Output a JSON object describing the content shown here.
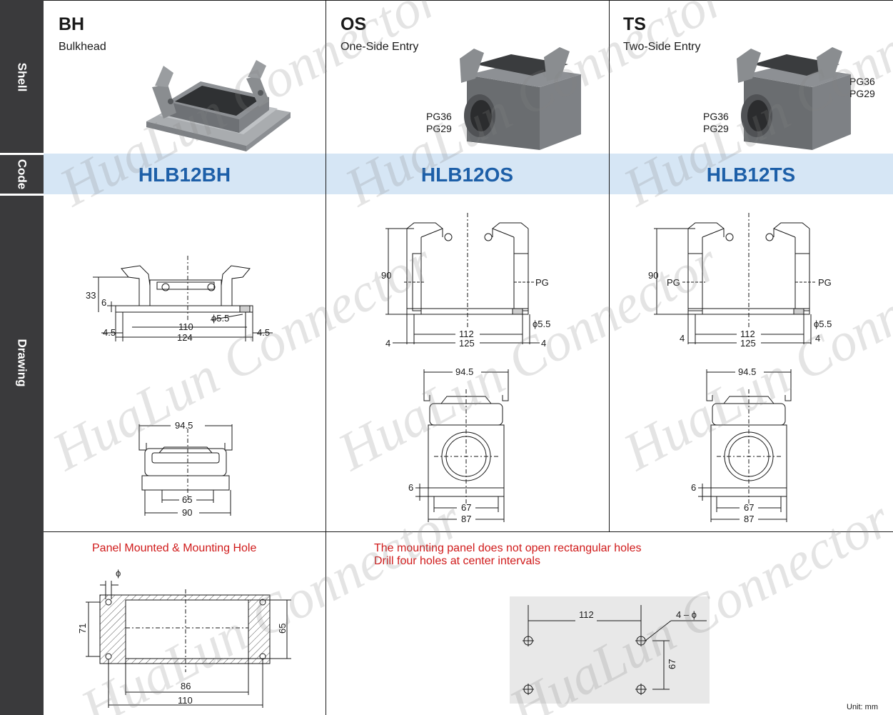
{
  "sidebar": {
    "shell_label": "Shell",
    "code_label": "Code",
    "drawing_label": "Drawing"
  },
  "columns": [
    {
      "title": "BH",
      "subtitle": "Bulkhead",
      "code": "HLB12BH"
    },
    {
      "title": "OS",
      "subtitle": "One-Side Entry",
      "code": "HLB12OS",
      "pg": [
        "PG36",
        "PG29"
      ]
    },
    {
      "title": "TS",
      "subtitle": "Two-Side Entry",
      "code": "HLB12TS",
      "pg_front": [
        "PG36",
        "PG29"
      ],
      "pg_side": [
        "PG36",
        "PG29"
      ]
    }
  ],
  "bh_drawing": {
    "front": {
      "height": "33",
      "base": "6",
      "hole": "ϕ5.5",
      "inner": "110",
      "outer": "124",
      "margin_left": "4.5",
      "margin_right": "4.5"
    },
    "top": {
      "width": "94.5",
      "inner": "65",
      "outer": "90"
    }
  },
  "os_drawing": {
    "front": {
      "height": "90",
      "pg": "PG",
      "hole": "ϕ5.5",
      "inner": "112",
      "outer": "125",
      "margin_left": "4",
      "margin_right": "4"
    },
    "side": {
      "width": "94.5",
      "base": "6",
      "inner": "67",
      "outer": "87"
    }
  },
  "ts_drawing": {
    "front": {
      "height": "90",
      "pg_left": "PG",
      "pg_right": "PG",
      "hole": "ϕ5.5",
      "inner": "112",
      "outer": "125",
      "margin_left": "4",
      "margin_right": "4"
    },
    "side": {
      "width": "94.5",
      "base": "6",
      "inner": "67",
      "outer": "87"
    }
  },
  "mounting": {
    "panel_title": "Panel Mounted & Mounting Hole",
    "panel": {
      "phi": "ϕ",
      "height": "71",
      "inner_height": "65",
      "inner_width": "86",
      "outer_width": "110"
    },
    "note_line1": "The mounting panel does not open rectangular holes",
    "note_line2": "Drill four holes at center intervals",
    "holes": {
      "spacing_x": "112",
      "spacing_y": "67",
      "count": "4 – ϕ"
    },
    "unit": "Unit: mm"
  },
  "watermark": "HuaLun Connector",
  "colors": {
    "sidebar": "#3a3a3c",
    "code_band": "#d6e6f5",
    "code_text": "#1d5fa8",
    "note": "#d01a1a"
  }
}
